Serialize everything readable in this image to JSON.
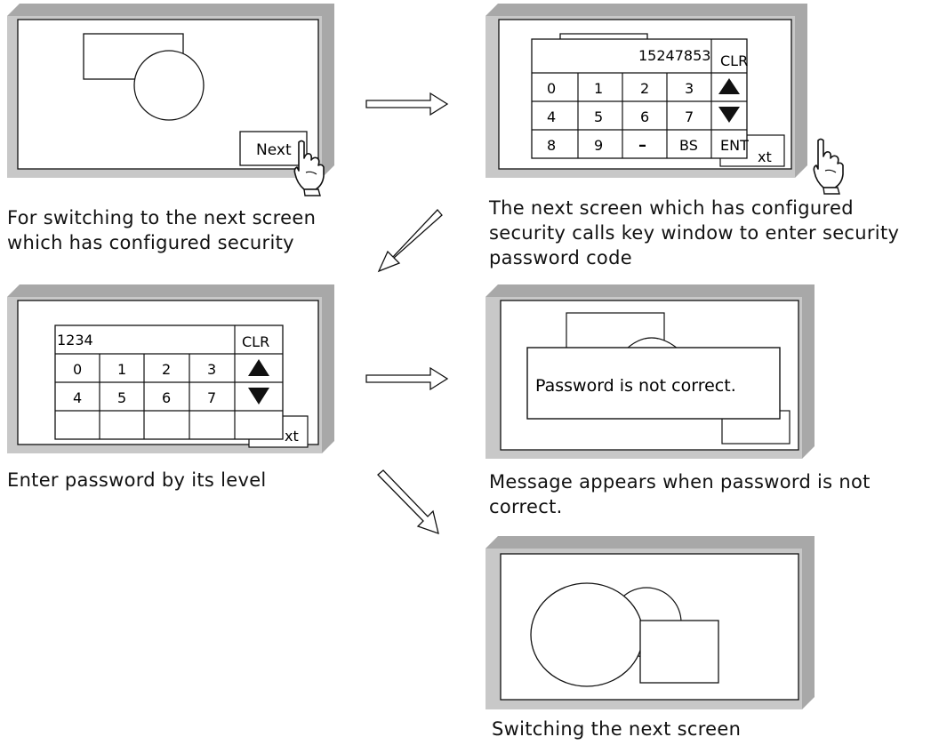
{
  "panel1": {
    "next_label": "Next",
    "caption": [
      "For switching to the next screen",
      "which has configured security"
    ]
  },
  "panel2": {
    "display_value": "15247853",
    "clr_label": "CLR",
    "keys": [
      "0",
      "1",
      "2",
      "3",
      "4",
      "5",
      "6",
      "7",
      "8",
      "9",
      "–",
      "BS"
    ],
    "ent_label": "ENT",
    "next_partial": "xt",
    "caption": [
      "The next screen which has configured",
      "security calls key window to enter security",
      "password code"
    ]
  },
  "panel3": {
    "display_value": "1234",
    "clr_label": "CLR",
    "keys": [
      "0",
      "1",
      "2",
      "3",
      "4",
      "5",
      "6",
      "7"
    ],
    "next_partial": "xt",
    "caption": [
      "Enter password by its level"
    ]
  },
  "panel4": {
    "message": "Password is not correct.",
    "caption": [
      "Message appears when password is not",
      "correct."
    ]
  },
  "panel5": {
    "caption": [
      "Switching the next screen"
    ]
  },
  "icons": {
    "arrow": "hollow-arrow-icon",
    "hand": "pointing-hand-icon",
    "up": "up-triangle-icon",
    "down": "down-triangle-icon"
  }
}
